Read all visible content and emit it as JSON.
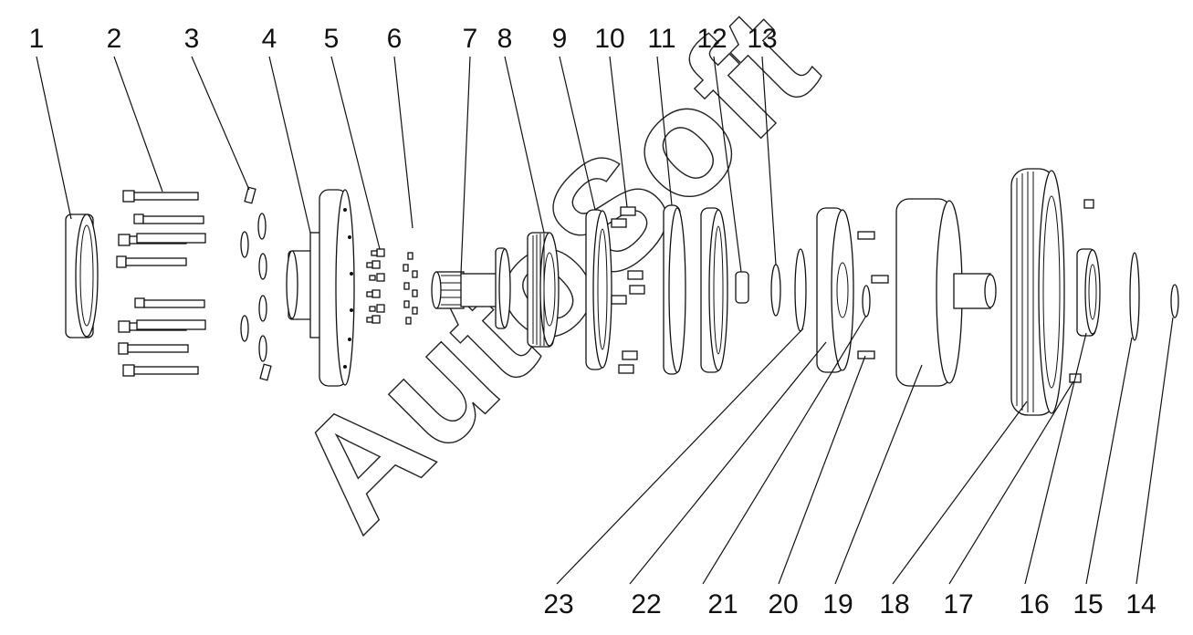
{
  "diagram": {
    "type": "exploded-parts-view",
    "watermark": "AutoSoft",
    "callouts_top": [
      "1",
      "2",
      "3",
      "4",
      "5",
      "6",
      "7",
      "8",
      "9",
      "10",
      "11",
      "12",
      "13"
    ],
    "callouts_bottom": [
      "23",
      "22",
      "21",
      "20",
      "19",
      "18",
      "17",
      "16",
      "15",
      "14"
    ]
  }
}
